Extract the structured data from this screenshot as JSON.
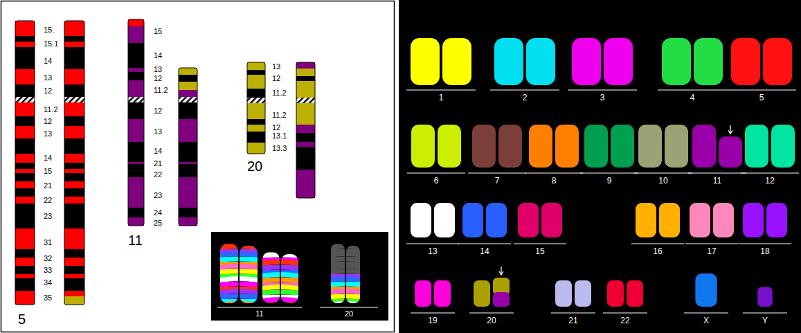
{
  "diagram": {
    "labels": [
      "15.",
      "15.1",
      "14",
      "13",
      "12",
      "11.2",
      "12",
      "13",
      "14",
      "15",
      "21",
      "22",
      "23",
      "31",
      "32",
      "33",
      "34",
      "35",
      "5",
      "15",
      "14",
      "13",
      "12",
      "11.2",
      "12",
      "13",
      "14",
      "21",
      "22",
      "23",
      "24",
      "25",
      "11",
      "13",
      "12",
      "11.2",
      "11.2",
      "12",
      "13.1",
      "13.3",
      "20",
      "11",
      "20",
      "1",
      "2",
      "3",
      "4",
      "5",
      "6",
      "7",
      "8",
      "9",
      "10",
      "11",
      "12",
      "13",
      "14",
      "15",
      "16",
      "17",
      "18",
      "19",
      "20",
      "21",
      "22",
      "X",
      "Y"
    ]
  }
}
